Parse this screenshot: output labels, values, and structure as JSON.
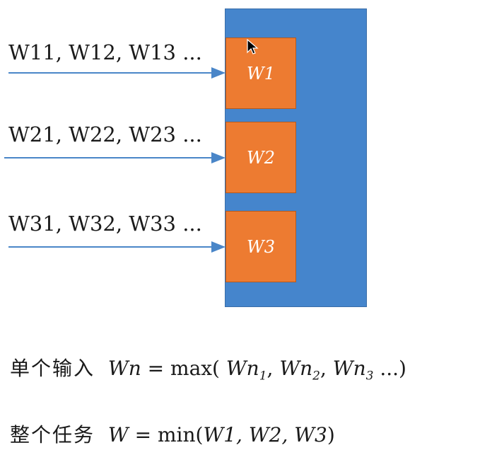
{
  "inputs": [
    {
      "label": "W11, W12, W13 ..."
    },
    {
      "label": "W21, W22, W23 ..."
    },
    {
      "label": "W31, W32, W33 ..."
    }
  ],
  "boxes": [
    {
      "label": "W1"
    },
    {
      "label": "W2"
    },
    {
      "label": "W3"
    }
  ],
  "formulas": {
    "single": {
      "prefix": "单个输入",
      "lhs": "Wn",
      "eq": " = ",
      "fn": "max(",
      "args": [
        "Wn1",
        "Wn2",
        "Wn3"
      ],
      "tail": " ...)"
    },
    "whole": {
      "prefix": "整个任务",
      "lhs": "W",
      "eq": " = ",
      "fn": "min(",
      "args": "W1, W2, W3",
      "close": ")"
    }
  },
  "colors": {
    "container": "#4585cc",
    "box": "#ed7b31",
    "arrow": "#4a86c8"
  }
}
